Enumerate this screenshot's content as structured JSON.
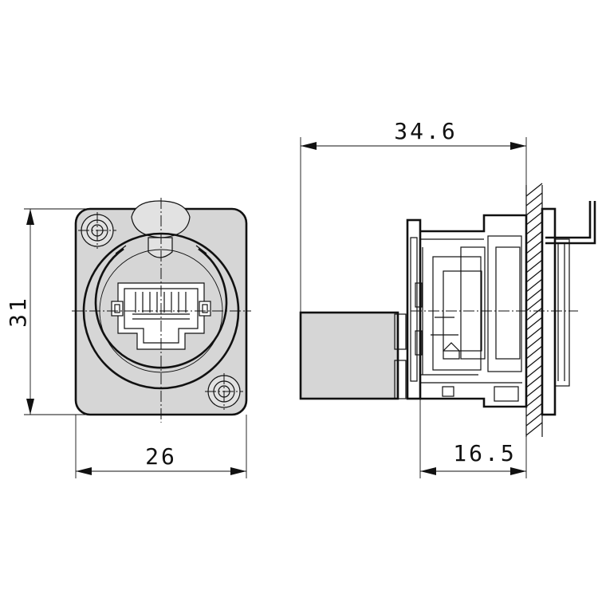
{
  "dimensions": {
    "height": "31",
    "width": "26",
    "total_depth": "34.6",
    "panel_depth": "16.5"
  },
  "colors": {
    "line": "#111111",
    "body_fill": "#d6d6d6",
    "background": "#ffffff"
  }
}
